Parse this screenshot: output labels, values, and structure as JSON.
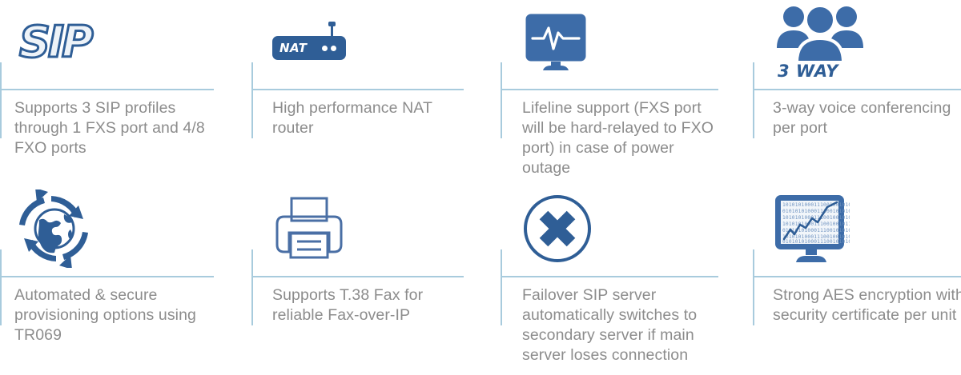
{
  "theme": {
    "icon_blue": "#3d6ca8",
    "icon_blue_dark": "#2f5e96",
    "rule_blue": "#a8cbdd",
    "text_gray": "#8c8c8c",
    "background": "#ffffff"
  },
  "features": [
    {
      "id": "sip-profiles",
      "icon": "sip-logo-icon",
      "icon_label": "SIP",
      "caption": "Supports 3 SIP profiles through 1 FXS port and 4/8 FXO ports"
    },
    {
      "id": "nat-router",
      "icon": "nat-router-icon",
      "icon_label": "NAT",
      "caption": "High performance NAT router"
    },
    {
      "id": "lifeline-support",
      "icon": "monitor-heartbeat-icon",
      "icon_label": "",
      "caption": "Lifeline support (FXS port will be hard-relayed to FXO port) in case of power outage"
    },
    {
      "id": "three-way-conferencing",
      "icon": "three-people-icon",
      "icon_label": "3 WAY",
      "caption": "3-way voice conferencing per port"
    },
    {
      "id": "auto-provisioning",
      "icon": "globe-refresh-icon",
      "icon_label": "",
      "caption": "Automated & secure provisioning options using TR069"
    },
    {
      "id": "t38-fax",
      "icon": "printer-fax-icon",
      "icon_label": "",
      "caption": "Supports T.38 Fax for reliable Fax-over-IP"
    },
    {
      "id": "failover-sip",
      "icon": "circle-x-icon",
      "icon_label": "",
      "caption": "Failover SIP server automatically switches to secondary server if main server loses connection"
    },
    {
      "id": "aes-encryption",
      "icon": "monitor-binary-chart-icon",
      "icon_label": "",
      "caption": "Strong AES encryption with security certificate per unit"
    }
  ]
}
